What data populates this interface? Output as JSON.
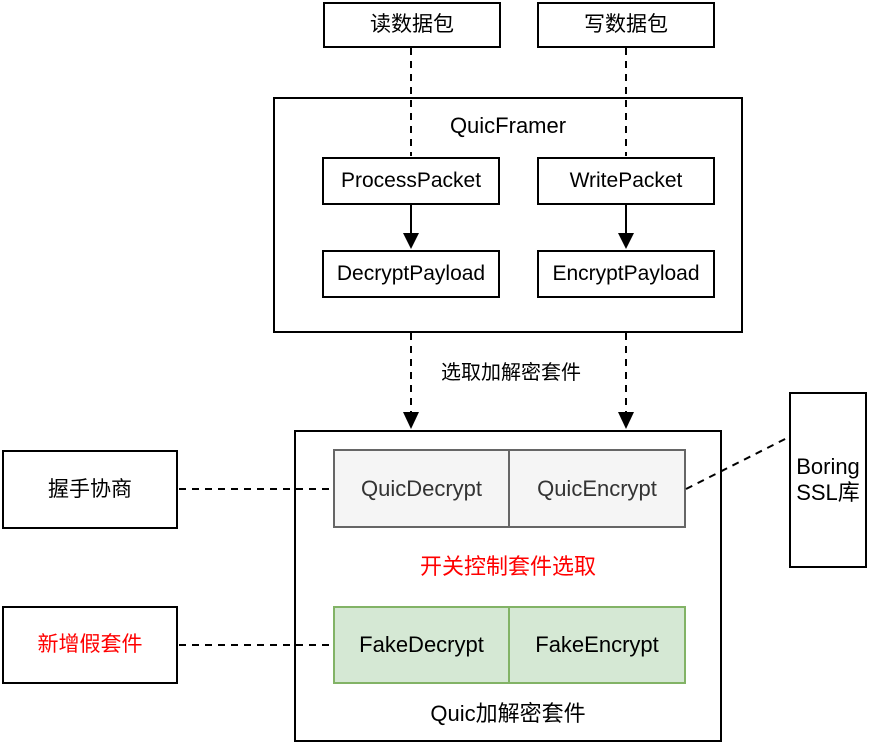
{
  "colors": {
    "line": "#000000",
    "gray_fill": "#f5f5f5",
    "gray_border": "#666666",
    "gray_text": "#333333",
    "green_fill": "#d5e8d4",
    "green_border": "#82b366",
    "red_text": "#ff0000"
  },
  "top": {
    "read_packet": "读数据包",
    "write_packet": "写数据包"
  },
  "framer": {
    "title": "QuicFramer",
    "process_packet": "ProcessPacket",
    "write_packet": "WritePacket",
    "decrypt_payload": "DecryptPayload",
    "encrypt_payload": "EncryptPayload"
  },
  "middle": {
    "select_suite_label": "选取加解密套件"
  },
  "suite": {
    "title": "Quic加解密套件",
    "quic_decrypt": "QuicDecrypt",
    "quic_encrypt": "QuicEncrypt",
    "switch_label": "开关控制套件选取",
    "fake_decrypt": "FakeDecrypt",
    "fake_encrypt": "FakeEncrypt"
  },
  "side": {
    "handshake": "握手协商",
    "new_fake_suite": "新增假套件",
    "boringssl": "Boring SSL库"
  }
}
